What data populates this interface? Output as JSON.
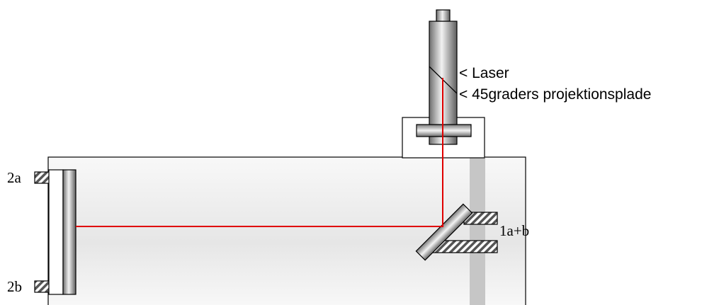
{
  "labels": {
    "laser": "< Laser",
    "projection_plate": "< 45graders projektionsplade",
    "mirror_top": "2a",
    "mirror_bottom": "2b",
    "beamsplitter": "1a+b"
  },
  "colors": {
    "beam": "#e00000",
    "outline": "#000000",
    "support_bar": "#c8c8c8",
    "box_fill_top": "#f7f7f7",
    "box_fill_mid": "#e9e9e9"
  }
}
